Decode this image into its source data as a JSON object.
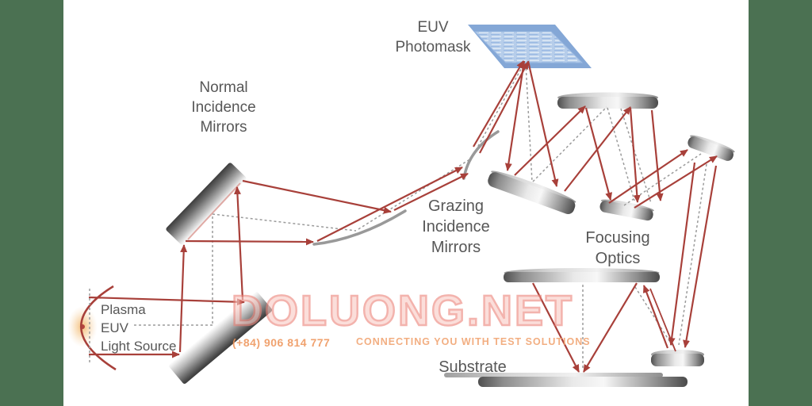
{
  "labels": {
    "photomask": "EUV\nPhotomask",
    "normal_mirrors": "Normal\nIncidence\nMirrors",
    "grazing_mirrors": "Grazing\nIncidence\nMirrors",
    "focusing_optics": "Focusing\nOptics",
    "substrate": "Substrate",
    "light_source": "Plasma\nEUV\nLight Source"
  },
  "watermark": {
    "title": "DOLUONG.NET",
    "phone": "(+84) 906 814 777",
    "tagline": "CONNECTING YOU WITH TEST SOLUTIONS",
    "title_fill": "#f9cbc5",
    "title_outline": "#ec867c",
    "accent_orange": "#ee9256"
  },
  "colors": {
    "side_bar_green": "#4b7152",
    "beam_red": "#a8403a",
    "dashed_gray": "#9b9b9b",
    "mirror_arc_gray": "#999999",
    "mask_blue_border": "#84a7d6",
    "mask_blue_face": "#b6cdea",
    "label_gray": "#575757",
    "plasma_glow_orange": "#f3b96e"
  }
}
